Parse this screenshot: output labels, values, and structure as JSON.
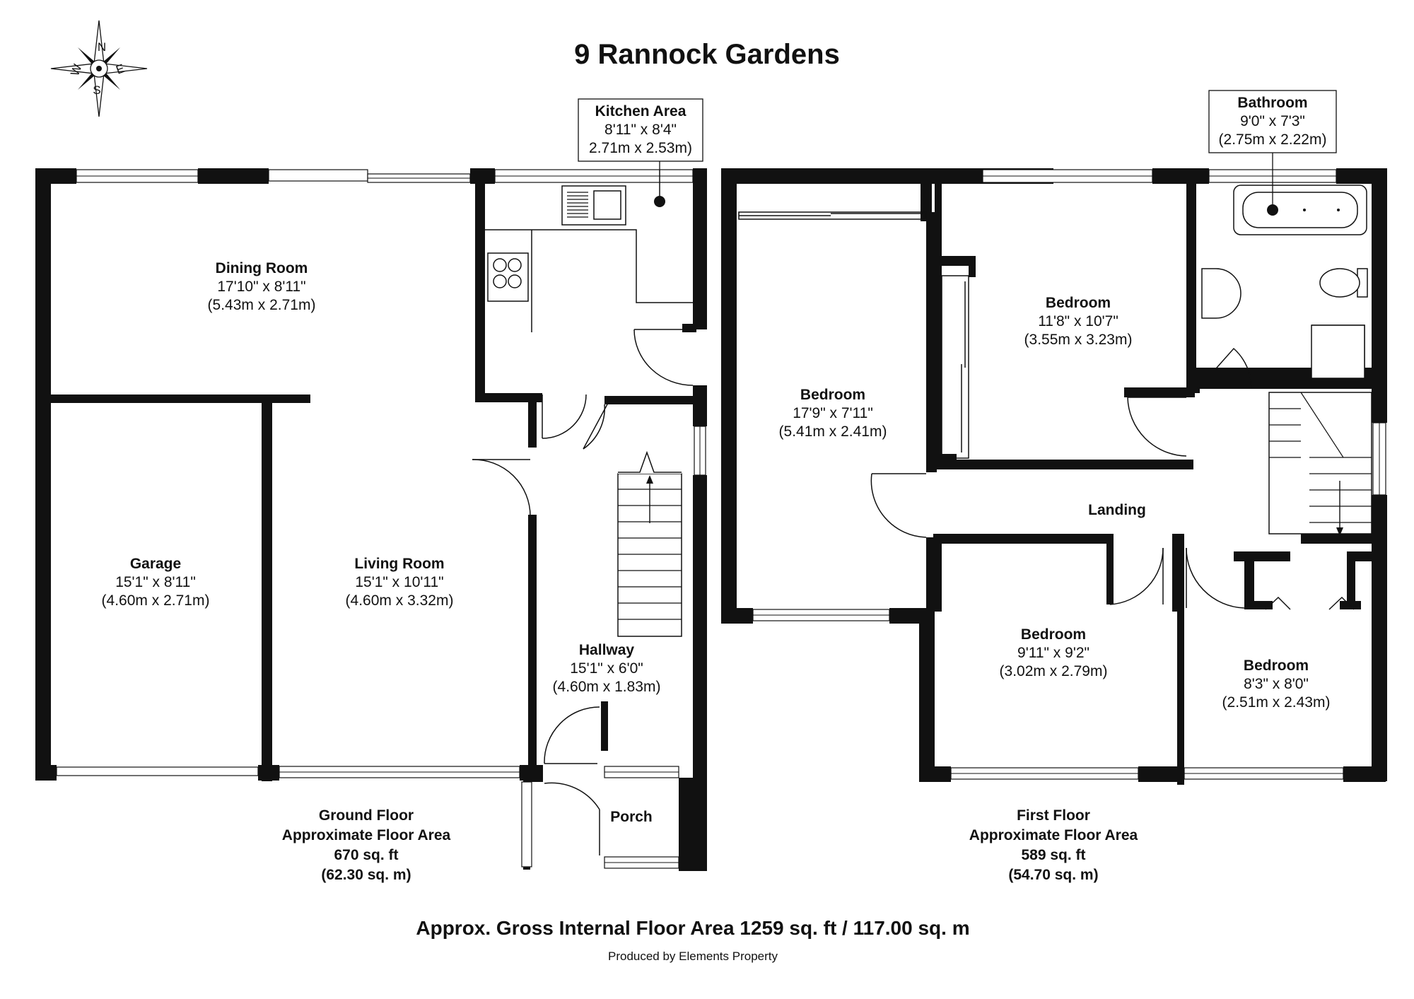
{
  "title": "9 Rannock Gardens",
  "compass": {
    "n": "N",
    "s": "S",
    "e": "E",
    "w": "W"
  },
  "rooms": {
    "kitchen": {
      "name": "Kitchen Area",
      "imperial": "8'11\" x 8'4\"",
      "metric": "2.71m x 2.53m)"
    },
    "dining": {
      "name": "Dining Room",
      "imperial": "17'10\" x 8'11\"",
      "metric": "(5.43m x 2.71m)"
    },
    "garage": {
      "name": "Garage",
      "imperial": "15'1\" x 8'11\"",
      "metric": "(4.60m x 2.71m)"
    },
    "living": {
      "name": "Living Room",
      "imperial": "15'1\" x 10'11\"",
      "metric": "(4.60m x 3.32m)"
    },
    "hallway": {
      "name": "Hallway",
      "imperial": "15'1\" x 6'0\"",
      "metric": "(4.60m x 1.83m)"
    },
    "porch": {
      "name": "Porch"
    },
    "bathroom": {
      "name": "Bathroom",
      "imperial": "9'0\" x 7'3\"",
      "metric": "(2.75m x 2.22m)"
    },
    "bedroom1": {
      "name": "Bedroom",
      "imperial": "17'9\" x 7'11\"",
      "metric": "(5.41m x 2.41m)"
    },
    "bedroom2": {
      "name": "Bedroom",
      "imperial": "11'8\" x 10'7\"",
      "metric": "(3.55m x 3.23m)"
    },
    "landing": {
      "name": "Landing"
    },
    "bedroom3": {
      "name": "Bedroom",
      "imperial": "9'11\" x 9'2\"",
      "metric": "(3.02m x 2.79m)"
    },
    "bedroom4": {
      "name": "Bedroom",
      "imperial": "8'3\" x 8'0\"",
      "metric": "(2.51m x 2.43m)"
    }
  },
  "ground_floor": {
    "line1": "Ground Floor",
    "line2": "Approximate Floor Area",
    "line3": "670 sq. ft",
    "line4": "(62.30 sq. m)"
  },
  "first_floor": {
    "line1": "First Floor",
    "line2": "Approximate Floor Area",
    "line3": "589 sq. ft",
    "line4": "(54.70 sq. m)"
  },
  "gross_area": "Approx. Gross Internal Floor Area 1259 sq. ft / 117.00 sq. m",
  "producer": "Produced by Elements Property"
}
